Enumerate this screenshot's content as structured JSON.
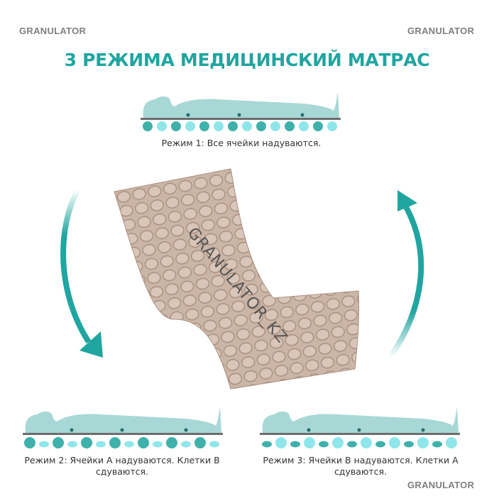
{
  "watermarks": {
    "top_left": "GRANULATOR",
    "top_right": "GRANULATOR",
    "bottom_right": "GRANULATOR",
    "center_diagonal": "GRANULATOR_KZ"
  },
  "title": "3 РЕЖИМА МЕДИЦИНСКИЙ МАТРАС",
  "colors": {
    "accent": "#20a5a0",
    "body_silhouette": "#a8d8d6",
    "cell_dark": "#3fb1ab",
    "cell_light": "#8fe6ea",
    "mattress": "#cbb5a6"
  },
  "modes": [
    {
      "label": "Режим 1: Все ячейки надуваются.",
      "pattern": "all-inflated"
    },
    {
      "label": "Режим 2: Ячейки А надуваются. Клетки В сдуваются.",
      "pattern": "A-inflated"
    },
    {
      "label": "Режим 3: Ячейки В надуваются. Клетки А сдуваются.",
      "pattern": "B-inflated"
    }
  ]
}
